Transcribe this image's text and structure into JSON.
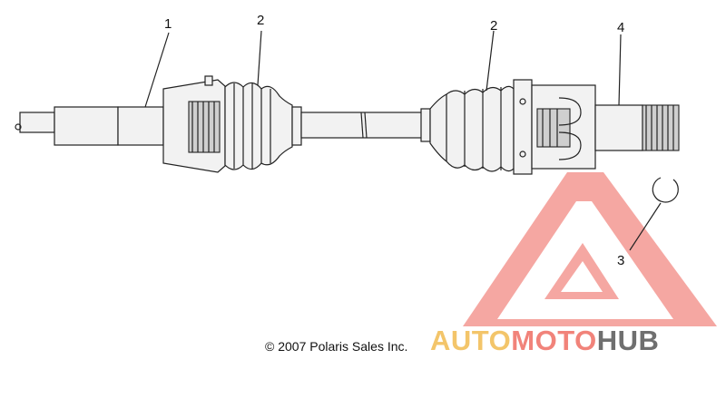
{
  "callouts": [
    "1",
    "2",
    "2",
    "4",
    "3"
  ],
  "copyright": "© 2007 Polaris Sales Inc.",
  "watermark": {
    "part1": "AUTO",
    "part2": "MOTO",
    "part3": "HUB",
    "colors": {
      "auto": "#f3c56a",
      "moto": "#f1837a",
      "hub": "#6f6f6f",
      "triangle": "#ef6b66"
    }
  }
}
